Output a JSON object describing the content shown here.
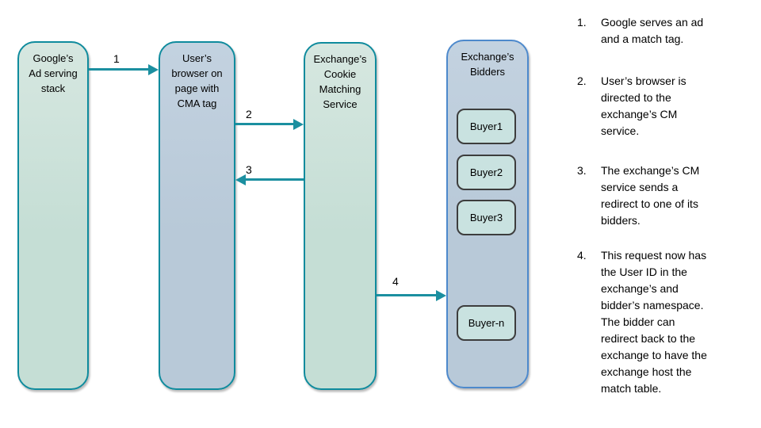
{
  "diagram": {
    "nodes": {
      "google_stack": {
        "label": "Google’s\nAd serving\nstack"
      },
      "user_browser": {
        "label": "User’s\nbrowser on\npage with\nCMA tag"
      },
      "cm_service": {
        "label": "Exchange’s\nCookie\nMatching\nService"
      },
      "bidders": {
        "label": "Exchange’s\nBidders",
        "buyers": [
          "Buyer1",
          "Buyer2",
          "Buyer3",
          "Buyer-n"
        ]
      }
    },
    "arrows": {
      "a1": {
        "label": "1"
      },
      "a2": {
        "label": "2"
      },
      "a3": {
        "label": "3"
      },
      "a4": {
        "label": "4"
      }
    },
    "colors": {
      "teal_accent": "#1b8fa0",
      "green_fill": "#c5ded5",
      "blue_fill": "#b8c9d8",
      "bidders_border": "#4d89cc",
      "buyer_fill": "#c9e2e0",
      "buyer_border": "#3d3d3d"
    }
  },
  "steps": [
    {
      "number": "1.",
      "text": "Google serves an ad\nand a match tag."
    },
    {
      "number": "2.",
      "text": "User’s browser is\ndirected to the\nexchange’s CM\nservice."
    },
    {
      "number": "3.",
      "text": "The exchange’s CM\nservice sends a\nredirect to one of its\nbidders."
    },
    {
      "number": "4.",
      "text": "This request now has\nthe User ID in the\nexchange’s and\nbidder’s namespace.\nThe bidder can\nredirect back to the\nexchange to have the\nexchange host the\nmatch table."
    }
  ]
}
